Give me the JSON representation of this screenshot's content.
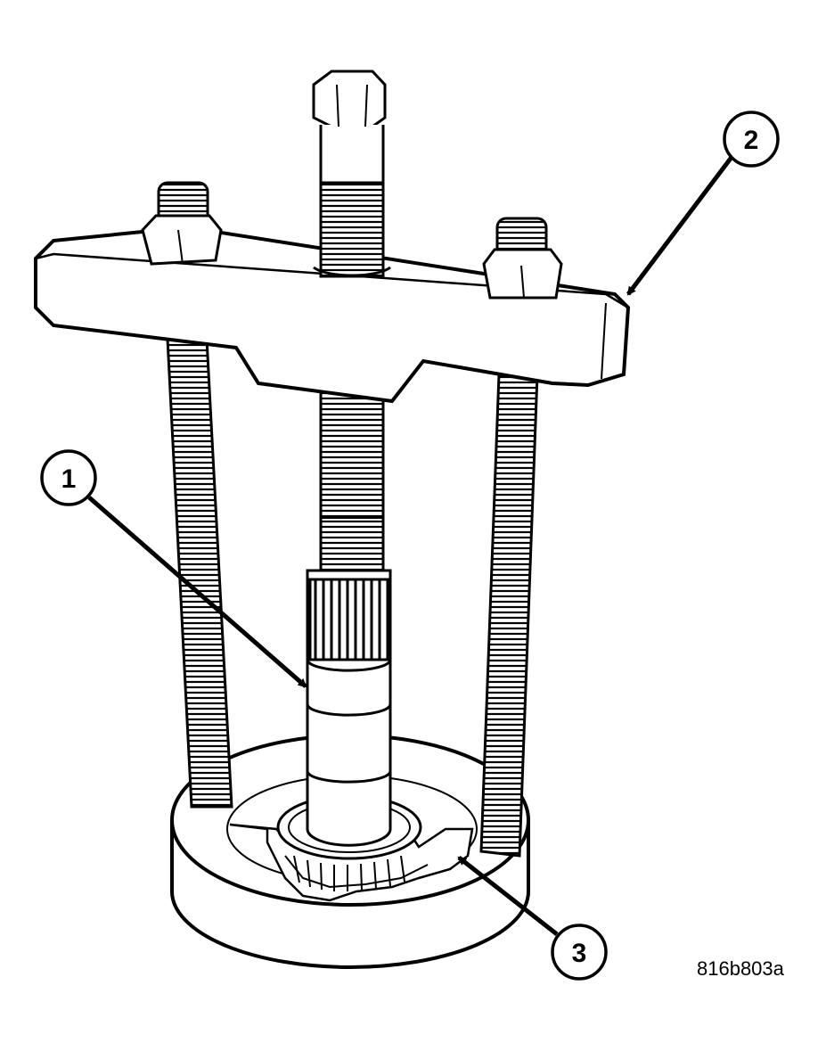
{
  "callouts": [
    {
      "number": "1",
      "target": "shaft"
    },
    {
      "number": "2",
      "target": "puller-crossbar"
    },
    {
      "number": "3",
      "target": "bearing-splitter"
    }
  ],
  "figure_id": "816b803a",
  "colors": {
    "ink": "#000000",
    "paper": "#ffffff"
  }
}
